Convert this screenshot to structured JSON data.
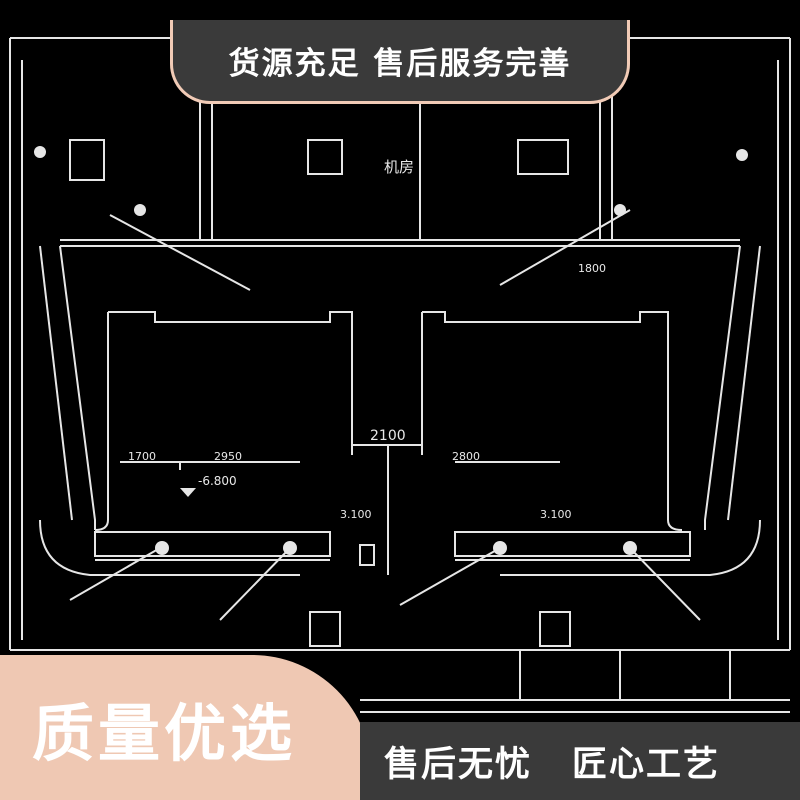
{
  "banner": {
    "text": "货源充足 售后服务完善"
  },
  "badge": {
    "text": "质量优选"
  },
  "slogans": {
    "left": "售后无忧",
    "right": "匠心工艺"
  },
  "drawing": {
    "room_label": "机房",
    "dim_center": "2100",
    "dim_left_a": "1700",
    "dim_left_b": "2950",
    "dim_right_a": "2800",
    "dim_left_level": "3.100",
    "dim_right_level": "3.100",
    "elevation": "-6.800",
    "side_dim": "1800",
    "line_color": "#e6e6e6"
  }
}
